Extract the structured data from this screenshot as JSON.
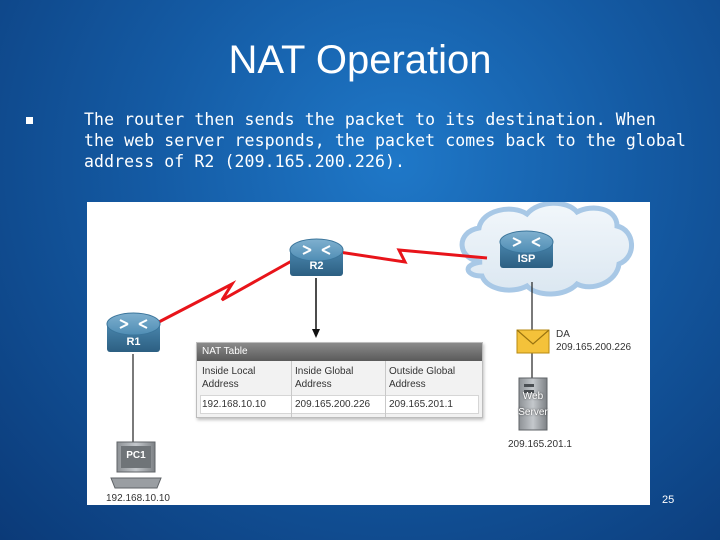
{
  "slide": {
    "title": "NAT Operation",
    "bullet": "The router then sends the packet to its destination. When the web server responds, the packet comes back to the global address of R2 (209.165.200.226).",
    "page_number": "25"
  },
  "diagram": {
    "devices": {
      "r1": "R1",
      "r2": "R2",
      "isp": "ISP",
      "pc1": "PC1",
      "web_server": "Web Server",
      "web_server_line1": "Web",
      "web_server_line2": "Server"
    },
    "addresses": {
      "pc1_ip": "192.168.10.10",
      "web_server_ip": "209.165.201.1",
      "packet_da_label": "DA",
      "packet_da_ip": "209.165.200.226"
    },
    "nat_table": {
      "title": "NAT Table",
      "headers": [
        [
          "Inside Local",
          "Address"
        ],
        [
          "Inside Global",
          "Address"
        ],
        [
          "Outside Global",
          "Address"
        ]
      ],
      "row": [
        "192.168.10.10",
        "209.165.200.226",
        "209.165.201.1"
      ]
    },
    "colors": {
      "serial_link": "#e8141a",
      "router_body": "#3c7fa5",
      "envelope": "#f4c23a"
    }
  }
}
